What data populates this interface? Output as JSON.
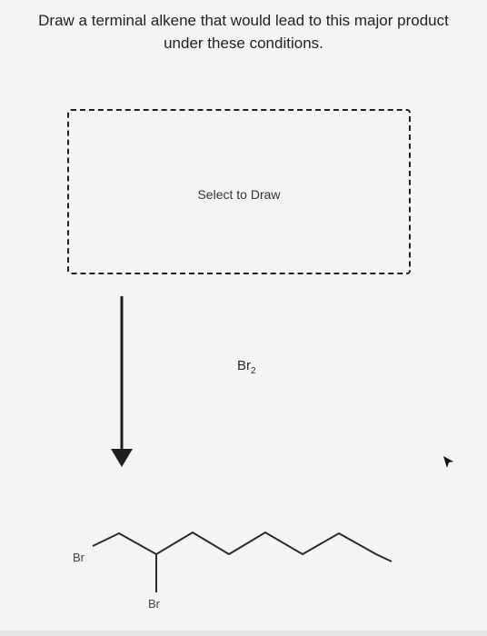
{
  "question": {
    "line1": "Draw a terminal alkene that would lead to this major product",
    "line2": "under these conditions."
  },
  "draw_area": {
    "label": "Select to Draw"
  },
  "reagent": {
    "base": "Br",
    "subscript": "2"
  },
  "product": {
    "atom_labels": [
      "Br",
      "Br"
    ]
  },
  "icons": {
    "cursor": "pointer-arrow-icon",
    "reaction_arrow": "down-arrow-icon"
  },
  "colors": {
    "background": "#f4f4f3",
    "ink": "#1f1f1f"
  }
}
